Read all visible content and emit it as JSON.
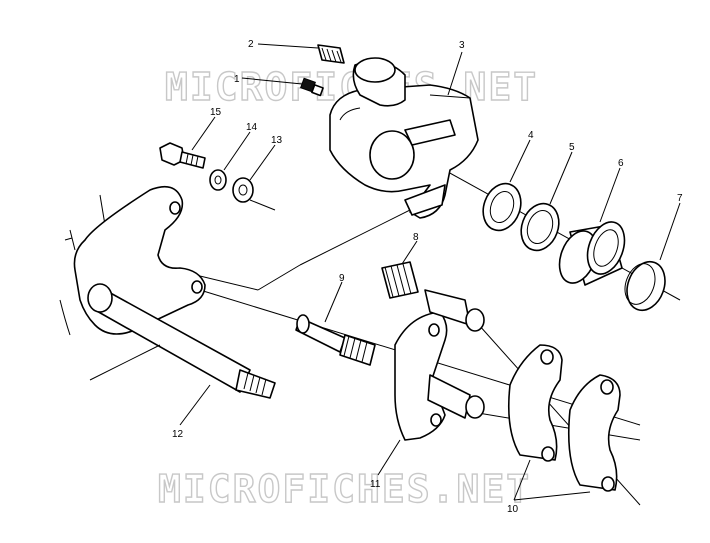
{
  "watermark": "MICROFICHES.NET",
  "callouts": {
    "p1": "1",
    "p2": "2",
    "p3": "3",
    "p4": "4",
    "p5": "5",
    "p6": "6",
    "p7": "7",
    "p8": "8",
    "p9": "9",
    "p10": "10",
    "p11": "11",
    "p12": "12",
    "p13": "13",
    "p14": "14",
    "p15": "15"
  }
}
